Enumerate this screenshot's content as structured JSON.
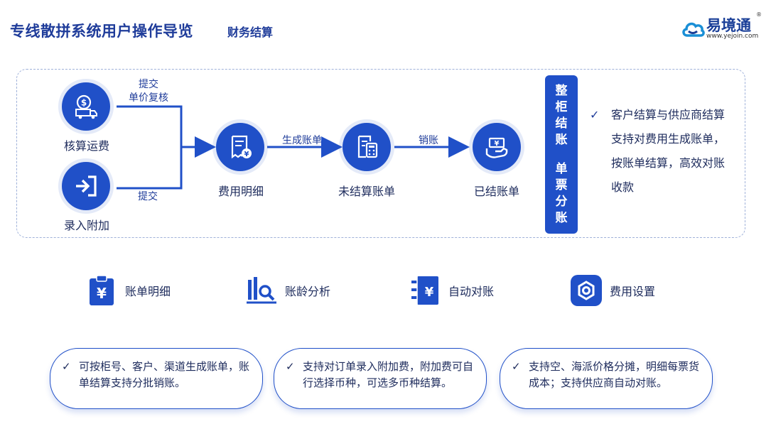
{
  "header": {
    "title": "专线散拼系统用户操作导览",
    "subtitle": "财务结算",
    "logo_name": "易境通",
    "logo_reg": "®",
    "logo_url": "www.yejoin.com"
  },
  "flow": {
    "nodes": [
      {
        "label": "核算运费",
        "icon": "truck-coin-icon"
      },
      {
        "label": "录入附加",
        "icon": "enter-arrow-icon"
      },
      {
        "label": "费用明细",
        "icon": "receipt-yen-icon"
      },
      {
        "label": "未结算账单",
        "icon": "calculator-document-icon"
      },
      {
        "label": "已结账单",
        "icon": "hand-cash-icon"
      }
    ],
    "edges": {
      "submit_review_line1": "提交",
      "submit_review_line2": "单价复核",
      "submit": "提交",
      "generate_bill": "生成账单",
      "write_off": "销账"
    }
  },
  "settlement_bar": {
    "part1": [
      "整",
      "柜",
      "结",
      "账"
    ],
    "part2": [
      "单",
      "票",
      "分",
      "账"
    ]
  },
  "settlement_note": {
    "check": "✓",
    "text": "客户结算与供应商结算支持对费用生成账单，按账单结算，高效对账收款"
  },
  "features": [
    {
      "label": "账单明细",
      "icon": "clipboard-yen-icon"
    },
    {
      "label": "账龄分析",
      "icon": "bar-chart-magnifier-icon"
    },
    {
      "label": "自动对账",
      "icon": "notebook-yen-icon"
    },
    {
      "label": "费用设置",
      "icon": "hex-settings-icon"
    }
  ],
  "bubbles": [
    {
      "check": "✓",
      "text": "可按柜号、客户、渠道生成账单，账单结算支持分批销账。"
    },
    {
      "check": "✓",
      "text": "支持对订单录入附加费，附加费可自行选择币种，可选多币种结算。"
    },
    {
      "check": "✓",
      "text": "支持空、海派价格分摊，明细每票货成本；支持供应商自动对账。"
    }
  ],
  "colors": {
    "primary": "#2050c8",
    "title": "#1f3c9a",
    "text": "#1d2b5c",
    "dashed_border": "#9fb1d9"
  }
}
